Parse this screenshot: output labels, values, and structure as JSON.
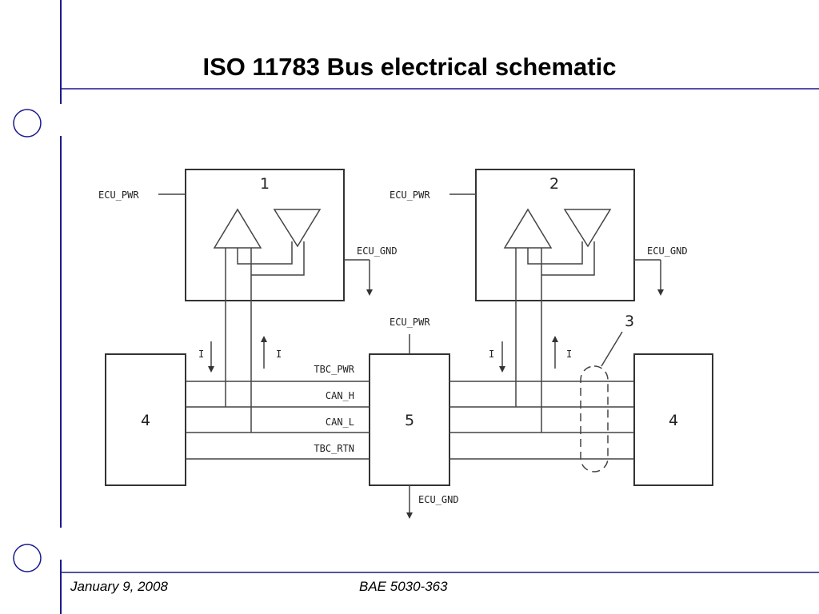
{
  "slide": {
    "title": "ISO 11783 Bus electrical schematic",
    "footer_date": "January 9, 2008",
    "footer_ref": "BAE 5030-363",
    "accent_color": "#1a1a8c"
  },
  "diagram": {
    "node_numbers": {
      "ecu1": "1",
      "ecu2": "2",
      "cable": "3",
      "term_left": "4",
      "term_right": "4",
      "tbc": "5"
    },
    "labels": {
      "ecu1_pwr": "ECU_PWR",
      "ecu1_gnd": "ECU_GND",
      "ecu2_pwr": "ECU_PWR",
      "ecu2_gnd": "ECU_GND",
      "tbc_pwr_in": "ECU_PWR",
      "tbc_gnd": "ECU_GND",
      "bus_tbc_pwr": "TBC_PWR",
      "bus_can_h": "CAN_H",
      "bus_can_l": "CAN_L",
      "bus_tbc_rtn": "TBC_RTN",
      "current_1": "I",
      "current_2": "I",
      "current_3": "I",
      "current_4": "I"
    }
  }
}
